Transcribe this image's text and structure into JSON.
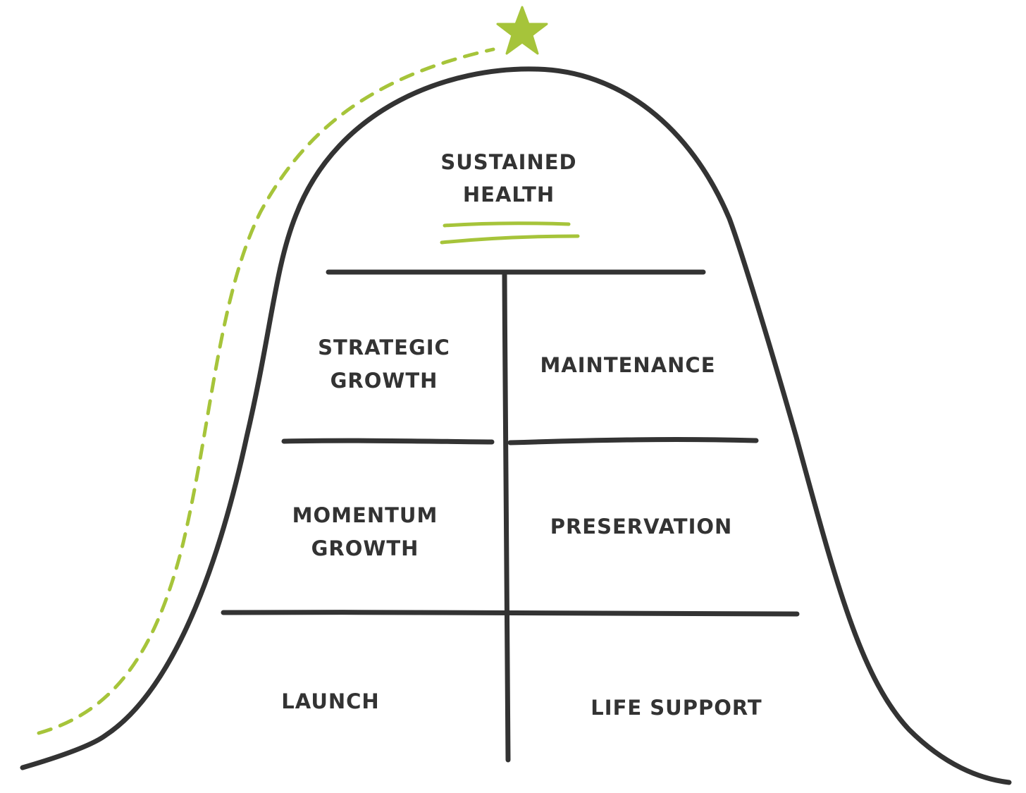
{
  "colors": {
    "ink": "#333333",
    "accent": "#a6c43a"
  },
  "icons": {
    "peak": "star-icon"
  },
  "stages": {
    "sustained_health": {
      "line1": "SUSTAINED",
      "line2": "HEALTH"
    },
    "strategic_growth": {
      "line1": "STRATEGIC",
      "line2": "GROWTH"
    },
    "maintenance": {
      "line1": "MAINTENANCE"
    },
    "momentum_growth": {
      "line1": "MOMENTUM",
      "line2": "GROWTH"
    },
    "preservation": {
      "line1": "PRESERVATION"
    },
    "launch": {
      "line1": "LAUNCH"
    },
    "life_support": {
      "line1": "LIFE SUPPORT"
    }
  }
}
